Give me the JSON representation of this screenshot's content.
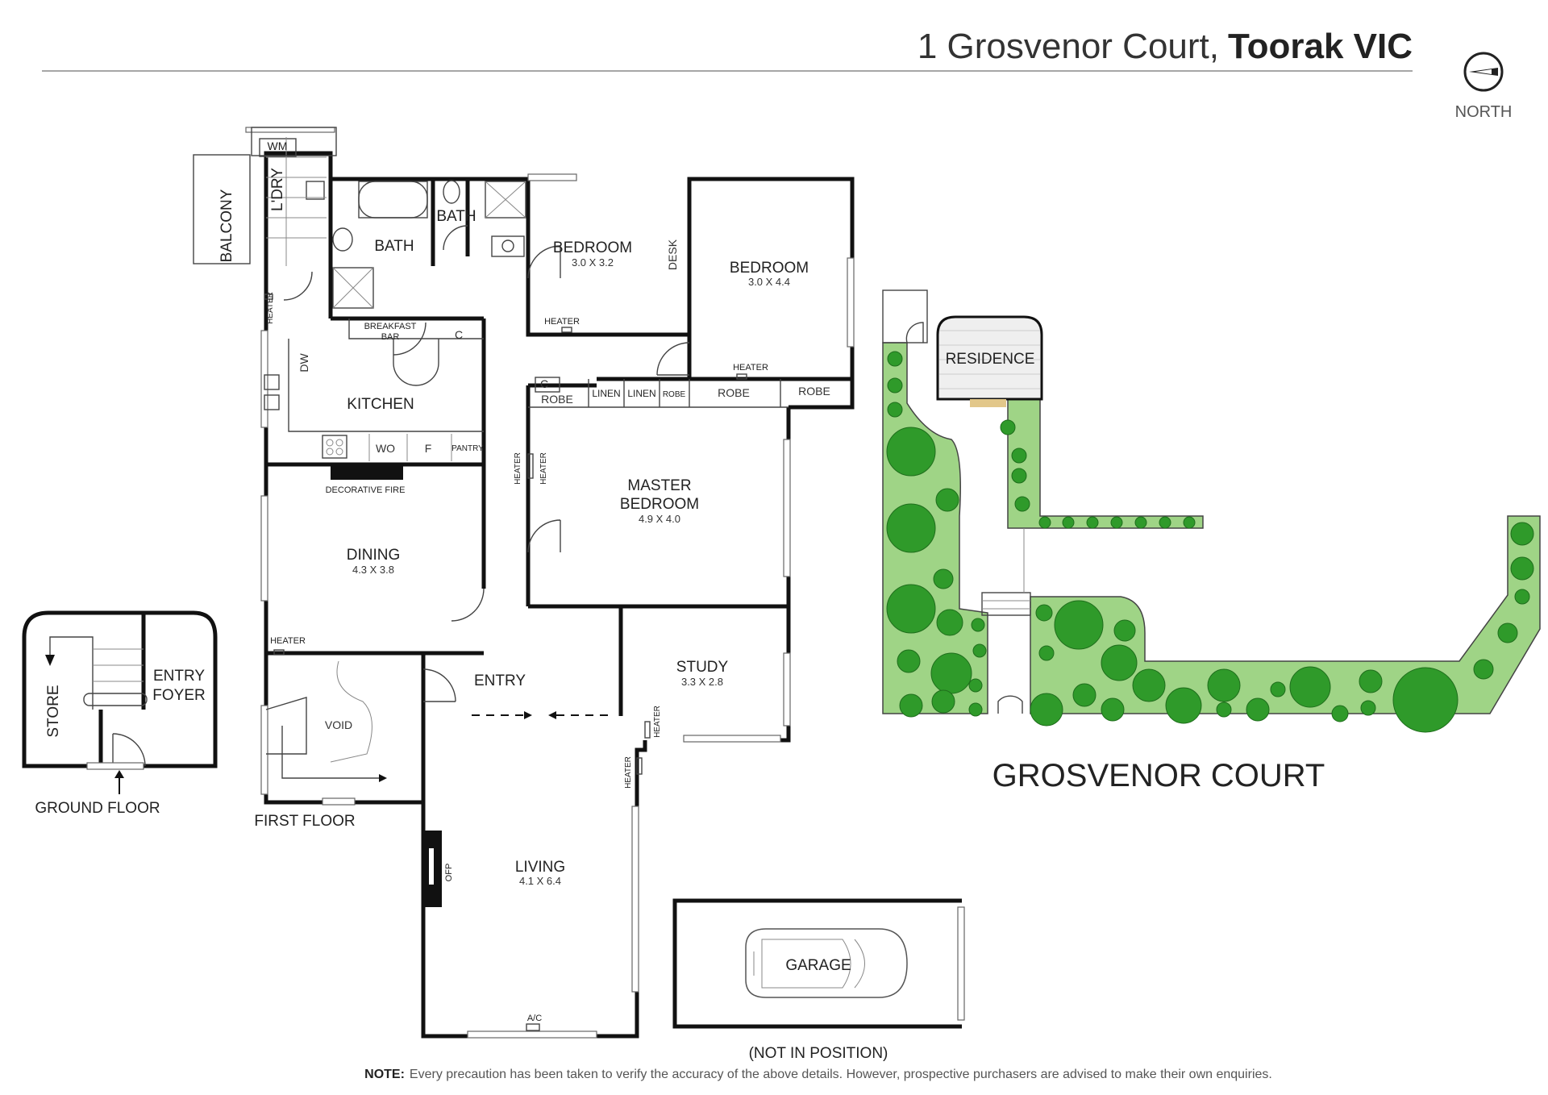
{
  "header": {
    "address_street": "1 Grosvenor Court,",
    "address_suburb": "Toorak VIC",
    "compass_label": "NORTH"
  },
  "rooms": {
    "balcony": "BALCONY",
    "laundry": "L'DRY",
    "wm": "WM",
    "bath_main": "BATH",
    "bath_ensuite": "BATH",
    "bedroom_1": "BEDROOM",
    "bedroom_1_dim": "3.0 X 3.2",
    "desk": "DESK",
    "bedroom_2": "BEDROOM",
    "bedroom_2_dim": "3.0 X 4.4",
    "breakfast_bar_1": "BREAKFAST",
    "breakfast_bar_2": "BAR",
    "c_kitchen": "C",
    "dw": "DW",
    "kitchen": "KITCHEN",
    "wo": "WO",
    "fridge": "F",
    "pantry": "PANTRY",
    "decorative_fire": "DECORATIVE FIRE",
    "c_hall": "C",
    "robe_hall": "ROBE",
    "linen_1": "LINEN",
    "linen_2": "LINEN",
    "robe_small": "ROBE",
    "robe_2": "ROBE",
    "robe_3": "ROBE",
    "master_1": "MASTER",
    "master_2": "BEDROOM",
    "master_dim": "4.9 X 4.0",
    "dining": "DINING",
    "dining_dim": "4.3 X 3.8",
    "entry": "ENTRY",
    "study": "STUDY",
    "study_dim": "3.3 X 2.8",
    "void": "VOID",
    "living": "LIVING",
    "living_dim": "4.1 X 6.4",
    "ofp": "OFP",
    "ac": "A/C",
    "store": "STORE",
    "entry_foyer_1": "ENTRY",
    "entry_foyer_2": "FOYER",
    "garage": "GARAGE",
    "residence": "RESIDENCE"
  },
  "heaters": {
    "laundry": "HEATER",
    "bedroom_1": "HEATER",
    "bedroom_2": "HEATER",
    "hall_1": "HEATER",
    "hall_2": "HEATER",
    "dining": "HEATER",
    "study": "HEATER",
    "living": "HEATER"
  },
  "labels": {
    "ground_floor": "GROUND FLOOR",
    "first_floor": "FIRST FLOOR",
    "street": "GROSVENOR COURT",
    "not_in_position": "(NOT IN POSITION)"
  },
  "footer": {
    "note_label": "NOTE:",
    "note_text": "Every precaution has been taken to verify the accuracy of the above details. However, prospective purchasers are advised to make their own enquiries."
  },
  "colors": {
    "wall": "#111111",
    "lawn": "#9fd486",
    "tree": "#2f9a2a"
  }
}
